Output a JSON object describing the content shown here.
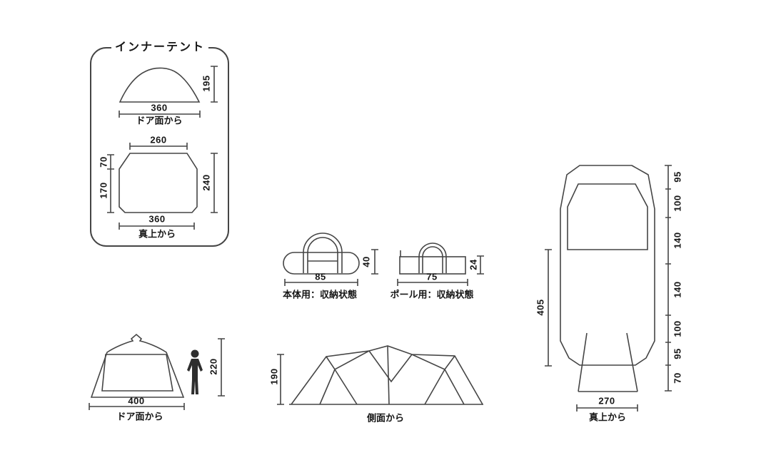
{
  "colors": {
    "line": "#454545",
    "text": "#161616",
    "background": "#ffffff"
  },
  "inner_tent": {
    "title": "インナーテント",
    "front_view": {
      "caption": "ドア面から",
      "width": "360",
      "height": "195"
    },
    "top_view": {
      "caption": "真上から",
      "top_width": "260",
      "front_offset": "70",
      "side_length": "170",
      "depth": "240",
      "bottom_width": "360"
    }
  },
  "bags": {
    "main": {
      "label": "本体用：収納状態",
      "width": "85",
      "height": "40"
    },
    "pole": {
      "label": "ポール用：収納状態",
      "width": "75",
      "height": "24"
    }
  },
  "front_view": {
    "caption": "ドア面から",
    "width": "400",
    "person_height": "220"
  },
  "side_view": {
    "caption": "側面から",
    "height": "190"
  },
  "top_view": {
    "caption": "真上から",
    "length": "405",
    "width": "270",
    "segments": [
      "95",
      "100",
      "140",
      "140",
      "100",
      "95",
      "70"
    ]
  }
}
